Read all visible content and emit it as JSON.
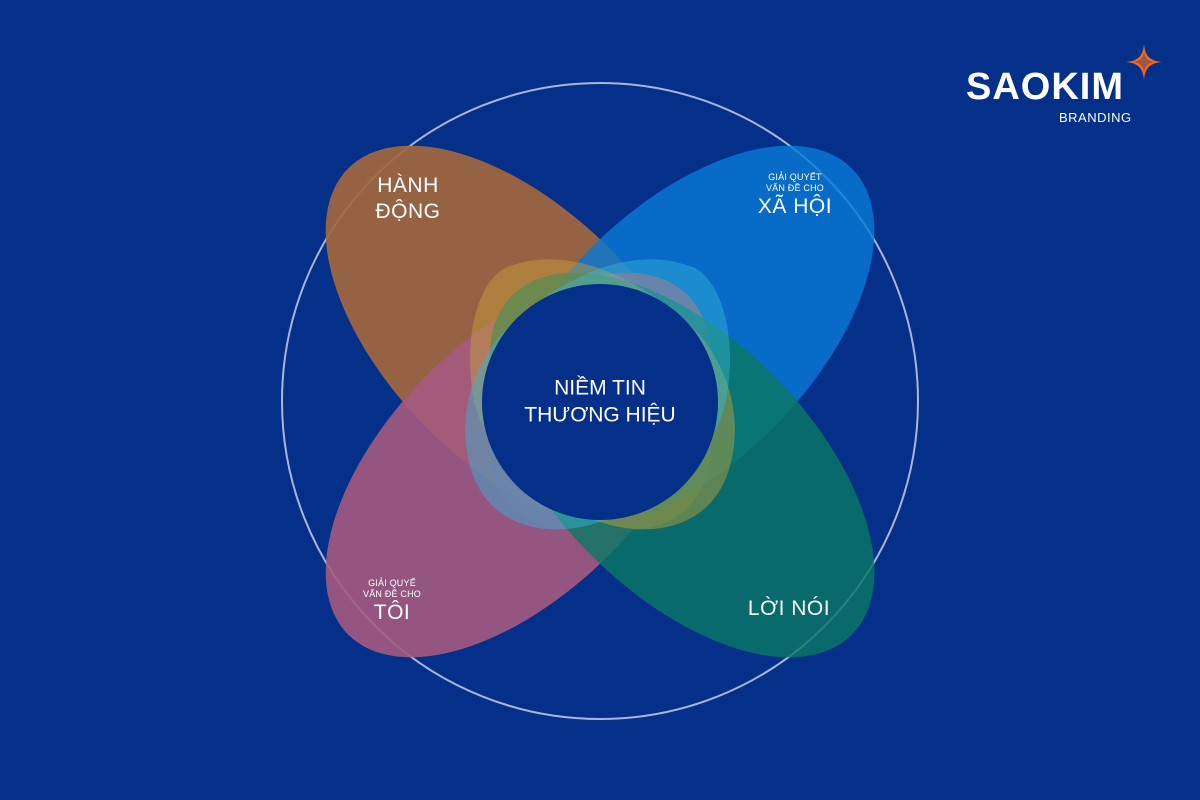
{
  "colors": {
    "background": "#04308a",
    "ring": "#a7b6d9",
    "ellipse_hanh_dong": "#a3673e",
    "ellipse_xa_hoi": "#0979d4",
    "ellipse_loi_noi": "#0a7763",
    "ellipse_toi": "#a45b80",
    "blob_gold": "#c7a33a",
    "blob_cyan": "#36b5d8",
    "logo_star": "#f26a21"
  },
  "logo": {
    "name": "SAOKIM",
    "subtitle": "BRANDING",
    "icon": "star-sparkle-icon"
  },
  "labels": {
    "hanh_dong": {
      "line1": "HÀNH",
      "line2": "ĐỘNG"
    },
    "xa_hoi": {
      "small1": "GIẢI QUYẾT",
      "small2": "VẤN ĐỀ CHO",
      "big": "XÃ HỘI"
    },
    "toi": {
      "small1": "GIẢI QUYẾ",
      "small2": "VẤN ĐỀ CHO",
      "big": "TÔI"
    },
    "loi_noi": {
      "big": "LỜI NÓI"
    },
    "center": {
      "line1": "NIỀM TIN",
      "line2": "THƯƠNG HIỆU"
    }
  }
}
